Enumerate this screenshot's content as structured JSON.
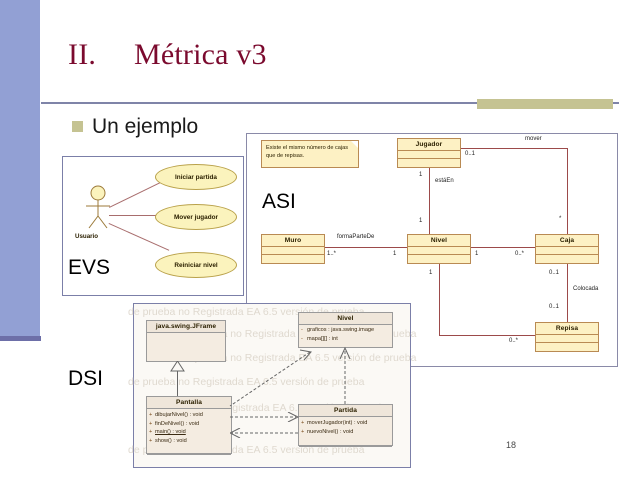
{
  "slide": {
    "title": "II.  Métrica v3",
    "bullet": "Un ejemplo",
    "number": "18",
    "accent_color": "#7b0a2e",
    "band_color": "#92a0d4",
    "block_color": "#c5c392"
  },
  "evs": {
    "tag": "EVS",
    "actor": "Usuario",
    "use_cases": [
      "Iniciar partida",
      "Mover jugador",
      "Reiniciar nivel"
    ]
  },
  "asi": {
    "tag": "ASI",
    "note": "Existe el mismo número de cajas que de repisas.",
    "classes": [
      {
        "name": "Jugador"
      },
      {
        "name": "Muro"
      },
      {
        "name": "Nivel"
      },
      {
        "name": "Caja"
      },
      {
        "name": "Repisa"
      }
    ],
    "association_labels": [
      "mover",
      "estáEn",
      "formaParteDe",
      "Colocada"
    ],
    "multiplicities": {
      "jugador_to_caja": "0..1",
      "jugador_to_nivel": "1",
      "nivel_to_jugador": "1",
      "muro_to_nivel": "1..*",
      "nivel_to_muro": "1",
      "nivel_to_caja": "1",
      "caja_to_nivel": "0..*",
      "caja_star": "*",
      "caja_to_repisa": "0..1",
      "repisa_to_caja": "0..1",
      "nivel_to_repisa": "1",
      "repisa_to_nivel": "0..*"
    }
  },
  "dsi": {
    "tag": "DSI",
    "classes": [
      {
        "name": "java.swing.JFrame",
        "attributes": [],
        "methods": []
      },
      {
        "name": "Nivel",
        "attributes": [
          {
            "visibility": "-",
            "text": "graficos :  java.swing.image"
          },
          {
            "visibility": "-",
            "text": "mapa[][] :  int"
          }
        ],
        "methods": []
      },
      {
        "name": "Pantalla",
        "attributes": [],
        "methods": [
          {
            "visibility": "+",
            "text": "dibujarNivel() : void",
            "static": false
          },
          {
            "visibility": "+",
            "text": "finDeNivel() : void",
            "static": false
          },
          {
            "visibility": "+",
            "text": "main() : void",
            "static": true
          },
          {
            "visibility": "+",
            "text": "show() : void",
            "static": false
          }
        ]
      },
      {
        "name": "Partida",
        "attributes": [],
        "methods": [
          {
            "visibility": "+",
            "text": "moverJugador(int) : void",
            "static": false
          },
          {
            "visibility": "+",
            "text": "nuevoNivel() : void",
            "static": false
          }
        ]
      }
    ],
    "watermark_lines": [
      "de prueba no Registrada    EA 6.5 versión de prueba",
      "de prueba no Registrada    EA 6.5 versión de prueba",
      "de prueba no Registrada    EA 6.5 versión de prueba",
      "de prueba no Registrada    EA 6.5 versión de prueba",
      "de prueba no Registrada    EA 6.5 versión de prueba",
      "de prueba no Registrada    EA 6.5 versión de prueba"
    ]
  }
}
